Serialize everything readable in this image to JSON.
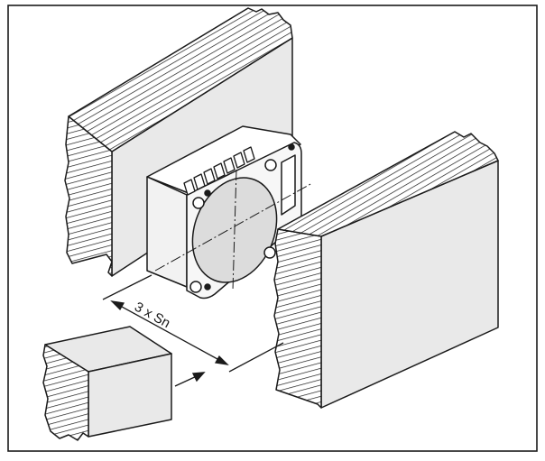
{
  "diagram": {
    "dimension_label": "3 x Sn",
    "colors": {
      "frame": "#1a1a1a",
      "face_fill": "#e9e9e9",
      "top_fill": "#ffffff",
      "hatch": "#1a1a1a",
      "sensor_body": "#f2f2f2",
      "sensor_face": "#dcdcdc"
    },
    "objects": [
      {
        "id": "wall-left",
        "kind": "block"
      },
      {
        "id": "wall-right",
        "kind": "block"
      },
      {
        "id": "sensor",
        "kind": "proximity-sensor"
      },
      {
        "id": "target",
        "kind": "block"
      }
    ]
  }
}
